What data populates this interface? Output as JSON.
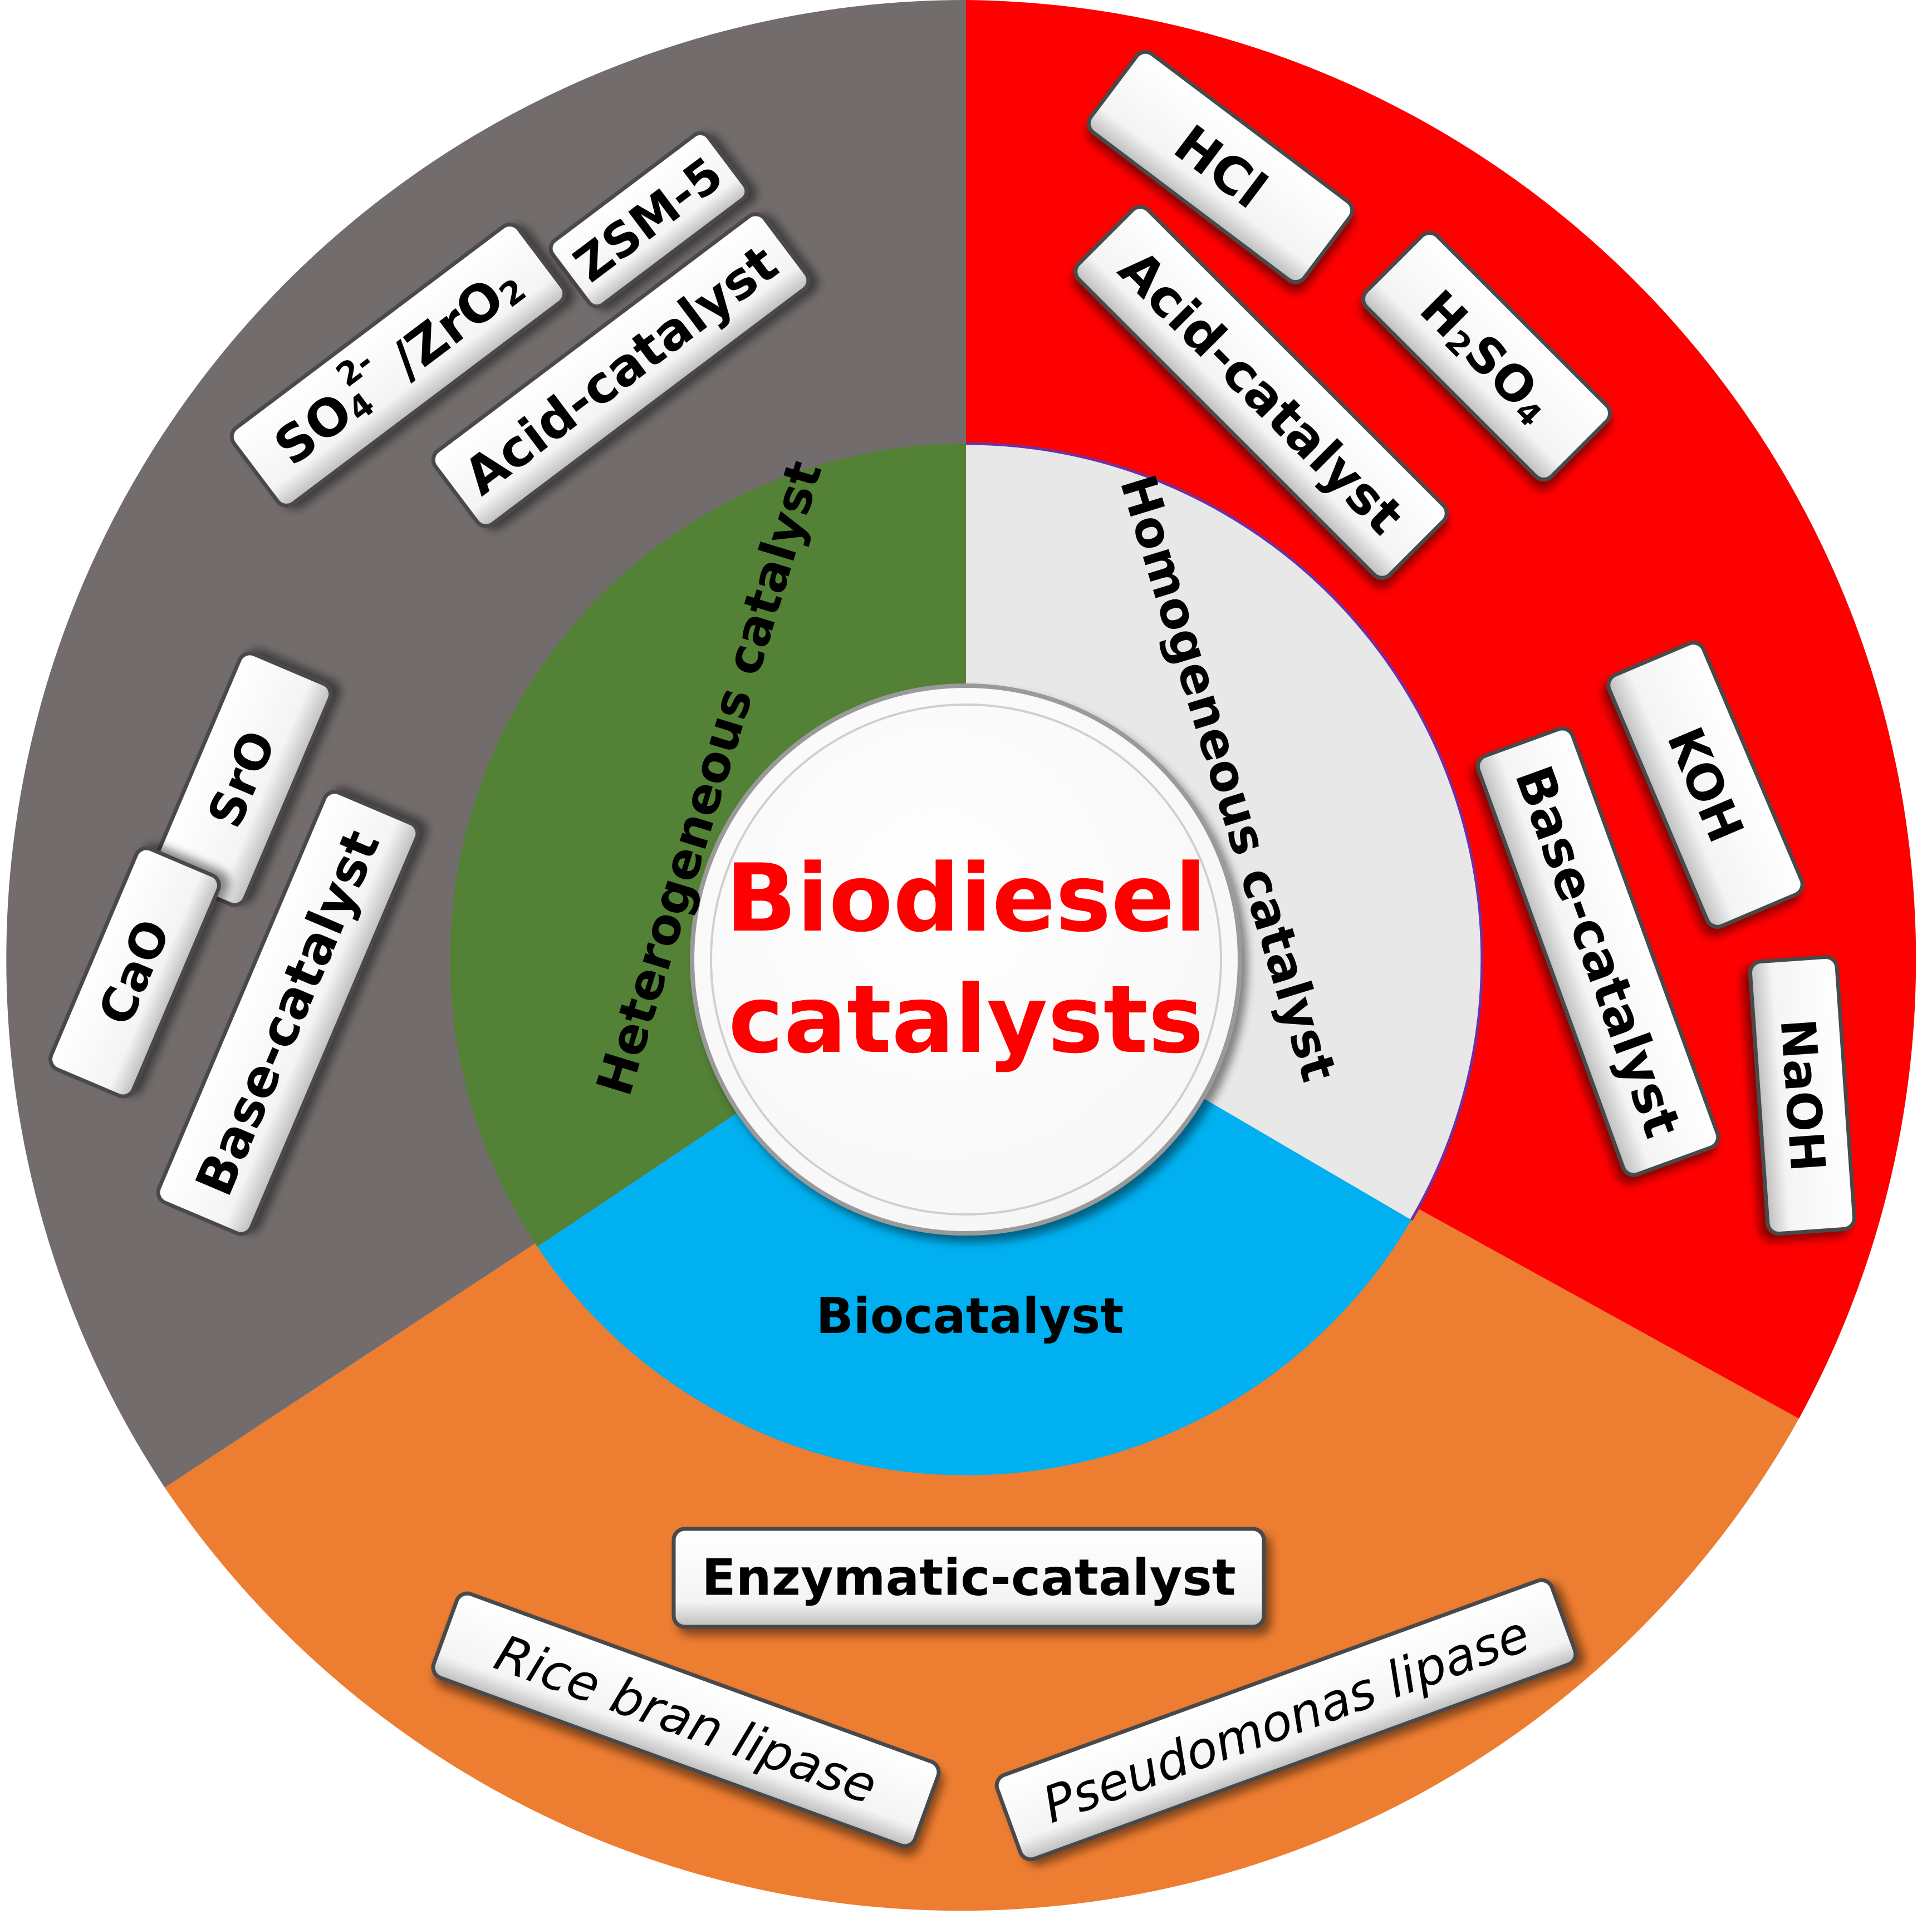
{
  "center": {
    "line1": "Biodiesel",
    "line2": "catalysts"
  },
  "inner": {
    "heterogeneous": "Heterogeneous catalyst",
    "homogeneous": "Homogeneous catalyst",
    "bio": "Biocatalyst"
  },
  "heterogeneous_items": {
    "zsm5": "ZSM-5",
    "sulfated_zirconia": {
      "so": "SO",
      "sub4": "4",
      "sup": "2-",
      "slash": " /",
      "zr": "ZrO",
      "sub2": "2"
    },
    "acid": "Acid-catalyst",
    "sro": "SrO",
    "cao": "CaO",
    "base": "Base-catalyst"
  },
  "homogeneous_items": {
    "hcl": "HCl",
    "h2so4": {
      "h": "H",
      "sub2": "2",
      "so": "SO",
      "sub4": "4"
    },
    "acid": "Acid-catalyst",
    "koh": "KOH",
    "base": "Base-catalyst",
    "naoh": "NaOH"
  },
  "bio_items": {
    "enzymatic": "Enzymatic-catalyst",
    "rice": "Rice bran lipase",
    "pseudomonas": "Pseudomonas lipase"
  },
  "colors": {
    "gray": "#736c6c",
    "red": "#ff0000",
    "orange": "#ed7d31",
    "green": "#538135",
    "light": "#e8e8e8",
    "blue": "#00b0f0",
    "title_red": "#ff0000"
  }
}
